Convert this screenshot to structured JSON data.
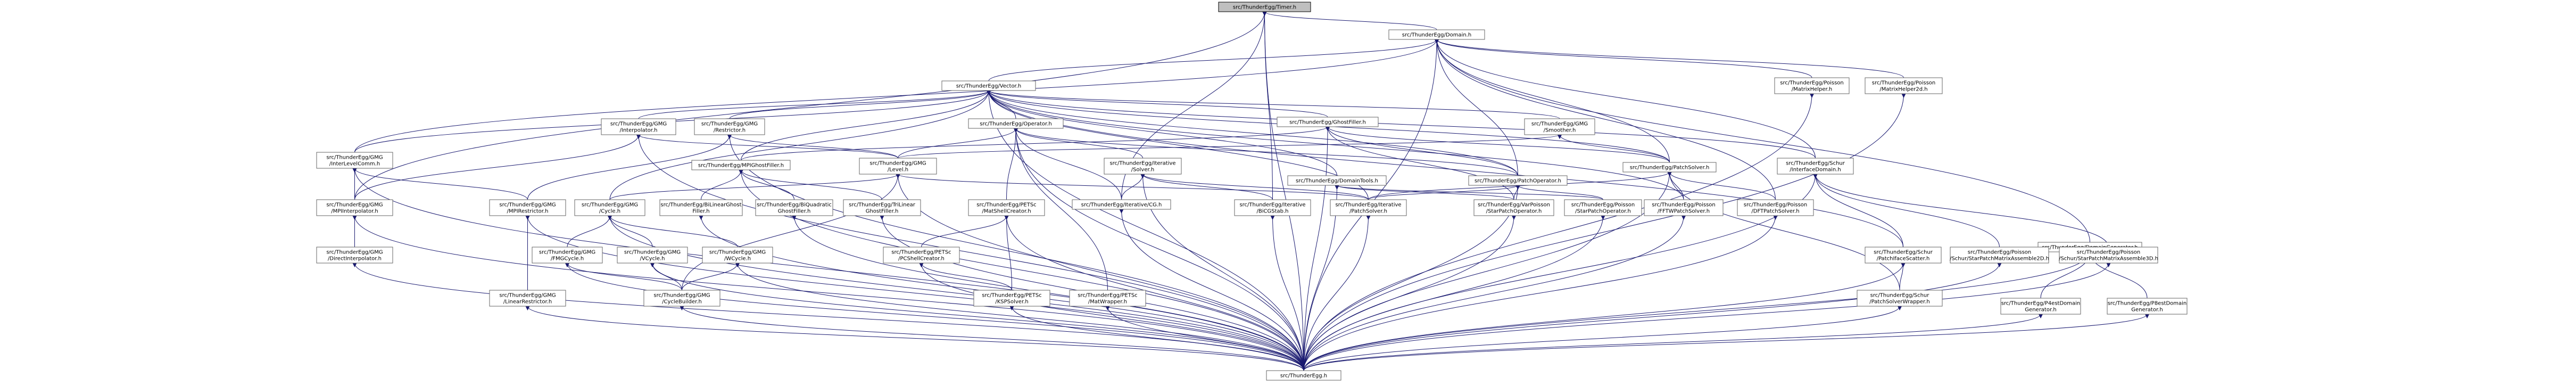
{
  "nodes": [
    {
      "id": "timer",
      "lines": [
        "src/ThunderEgg/Timer.h"
      ],
      "root": true
    },
    {
      "id": "domain",
      "lines": [
        "src/ThunderEgg/Domain.h"
      ]
    },
    {
      "id": "vector",
      "lines": [
        "src/ThunderEgg/Vector.h"
      ]
    },
    {
      "id": "poisson_matrixhelper",
      "lines": [
        "src/ThunderEgg/Poisson",
        "/MatrixHelper.h"
      ]
    },
    {
      "id": "poisson_matrixhelper2d",
      "lines": [
        "src/ThunderEgg/Poisson",
        "/MatrixHelper2d.h"
      ]
    },
    {
      "id": "gmg_interpolator",
      "lines": [
        "src/ThunderEgg/GMG",
        "/Interpolator.h"
      ]
    },
    {
      "id": "gmg_restrictor",
      "lines": [
        "src/ThunderEgg/GMG",
        "/Restrictor.h"
      ]
    },
    {
      "id": "operator",
      "lines": [
        "src/ThunderEgg/Operator.h"
      ]
    },
    {
      "id": "ghostfiller",
      "lines": [
        "src/ThunderEgg/GhostFiller.h"
      ]
    },
    {
      "id": "gmg_smoother",
      "lines": [
        "src/ThunderEgg/GMG",
        "/Smoother.h"
      ]
    },
    {
      "id": "gmg_interlevelcomm",
      "lines": [
        "src/ThunderEgg/GMG",
        "/InterLevelComm.h"
      ]
    },
    {
      "id": "mpighostfiller",
      "lines": [
        "src/ThunderEgg/MPIGhostFiller.h"
      ]
    },
    {
      "id": "gmg_level",
      "lines": [
        "src/ThunderEgg/GMG",
        "/Level.h"
      ]
    },
    {
      "id": "iterative_solver",
      "lines": [
        "src/ThunderEgg/Iterative",
        "/Solver.h"
      ]
    },
    {
      "id": "domaintools",
      "lines": [
        "src/ThunderEgg/DomainTools.h"
      ]
    },
    {
      "id": "patchoperator",
      "lines": [
        "src/ThunderEgg/PatchOperator.h"
      ]
    },
    {
      "id": "patchsolver",
      "lines": [
        "src/ThunderEgg/PatchSolver.h"
      ]
    },
    {
      "id": "schur_interfacedomain",
      "lines": [
        "src/ThunderEgg/Schur",
        "/InterfaceDomain.h"
      ]
    },
    {
      "id": "domaingenerator",
      "lines": [
        "src/ThunderEgg/DomainGenerator.h"
      ]
    },
    {
      "id": "gmg_mpiinterpolator",
      "lines": [
        "src/ThunderEgg/GMG",
        "/MPIInterpolator.h"
      ]
    },
    {
      "id": "gmg_mpirestrictor",
      "lines": [
        "src/ThunderEgg/GMG",
        "/MPIRestrictor.h"
      ]
    },
    {
      "id": "gmg_cycle",
      "lines": [
        "src/ThunderEgg/GMG",
        "/Cycle.h"
      ]
    },
    {
      "id": "bilinearghostfiller",
      "lines": [
        "src/ThunderEgg/BiLinearGhost",
        "Filler.h"
      ]
    },
    {
      "id": "biquadraticghostfiller",
      "lines": [
        "src/ThunderEgg/BiQuadratic",
        "GhostFiller.h"
      ]
    },
    {
      "id": "trilinearghostfiller",
      "lines": [
        "src/ThunderEgg/TriLinear",
        "GhostFiller.h"
      ]
    },
    {
      "id": "petsc_matshellcreator",
      "lines": [
        "src/ThunderEgg/PETSc",
        "/MatShellCreator.h"
      ]
    },
    {
      "id": "iterative_cg",
      "lines": [
        "src/ThunderEgg/Iterative/CG.h"
      ]
    },
    {
      "id": "iterative_bicgstab",
      "lines": [
        "src/ThunderEgg/Iterative",
        "/BiCGStab.h"
      ]
    },
    {
      "id": "iterative_patchsolver",
      "lines": [
        "src/ThunderEgg/Iterative",
        "/PatchSolver.h"
      ]
    },
    {
      "id": "varpoisson_starpatchoperator",
      "lines": [
        "src/ThunderEgg/VarPoisson",
        "/StarPatchOperator.h"
      ]
    },
    {
      "id": "poisson_starpatchoperator",
      "lines": [
        "src/ThunderEgg/Poisson",
        "/StarPatchOperator.h"
      ]
    },
    {
      "id": "poisson_fftwpatchsolver",
      "lines": [
        "src/ThunderEgg/Poisson",
        "/FFTWPatchSolver.h"
      ]
    },
    {
      "id": "poisson_dftpatchsolver",
      "lines": [
        "src/ThunderEgg/Poisson",
        "/DFTPatchSolver.h"
      ]
    },
    {
      "id": "gmg_directinterpolator",
      "lines": [
        "src/ThunderEgg/GMG",
        "/DirectInterpolator.h"
      ]
    },
    {
      "id": "gmg_fmgcycle",
      "lines": [
        "src/ThunderEgg/GMG",
        "/FMGCycle.h"
      ]
    },
    {
      "id": "gmg_vcycle",
      "lines": [
        "src/ThunderEgg/GMG",
        "/VCycle.h"
      ]
    },
    {
      "id": "gmg_wcycle",
      "lines": [
        "src/ThunderEgg/GMG",
        "/WCycle.h"
      ]
    },
    {
      "id": "petsc_pcshellcreator",
      "lines": [
        "src/ThunderEgg/PETSc",
        "/PCShellCreator.h"
      ]
    },
    {
      "id": "schur_patchiface_scatter",
      "lines": [
        "src/ThunderEgg/Schur",
        "/PatchIfaceScatter.h"
      ]
    },
    {
      "id": "poisson_schur_matrixassemble2d",
      "lines": [
        "src/ThunderEgg/Poisson",
        "/Schur/StarPatchMatrixAssemble2D.h"
      ]
    },
    {
      "id": "poisson_schur_matrixassemble3d",
      "lines": [
        "src/ThunderEgg/Poisson",
        "/Schur/StarPatchMatrixAssemble3D.h"
      ]
    },
    {
      "id": "p4estdomaingenerator",
      "lines": [
        "src/ThunderEgg/P4estDomain",
        "Generator.h"
      ]
    },
    {
      "id": "p8estdomaingenerator",
      "lines": [
        "src/ThunderEgg/P8estDomain",
        "Generator.h"
      ]
    },
    {
      "id": "gmg_linearrestrictor",
      "lines": [
        "src/ThunderEgg/GMG",
        "/LinearRestrictor.h"
      ]
    },
    {
      "id": "gmg_cyclebuilder",
      "lines": [
        "src/ThunderEgg/GMG",
        "/CycleBuilder.h"
      ]
    },
    {
      "id": "petsc_kspsolver",
      "lines": [
        "src/ThunderEgg/PETSc",
        "/KSPSolver.h"
      ]
    },
    {
      "id": "petsc_matwrapper",
      "lines": [
        "src/ThunderEgg/PETSc",
        "/MatWrapper.h"
      ]
    },
    {
      "id": "schur_patchsolverwrapper",
      "lines": [
        "src/ThunderEgg/Schur",
        "/PatchSolverWrapper.h"
      ]
    },
    {
      "id": "thunderegg",
      "lines": [
        "src/ThunderEgg.h"
      ]
    }
  ]
}
